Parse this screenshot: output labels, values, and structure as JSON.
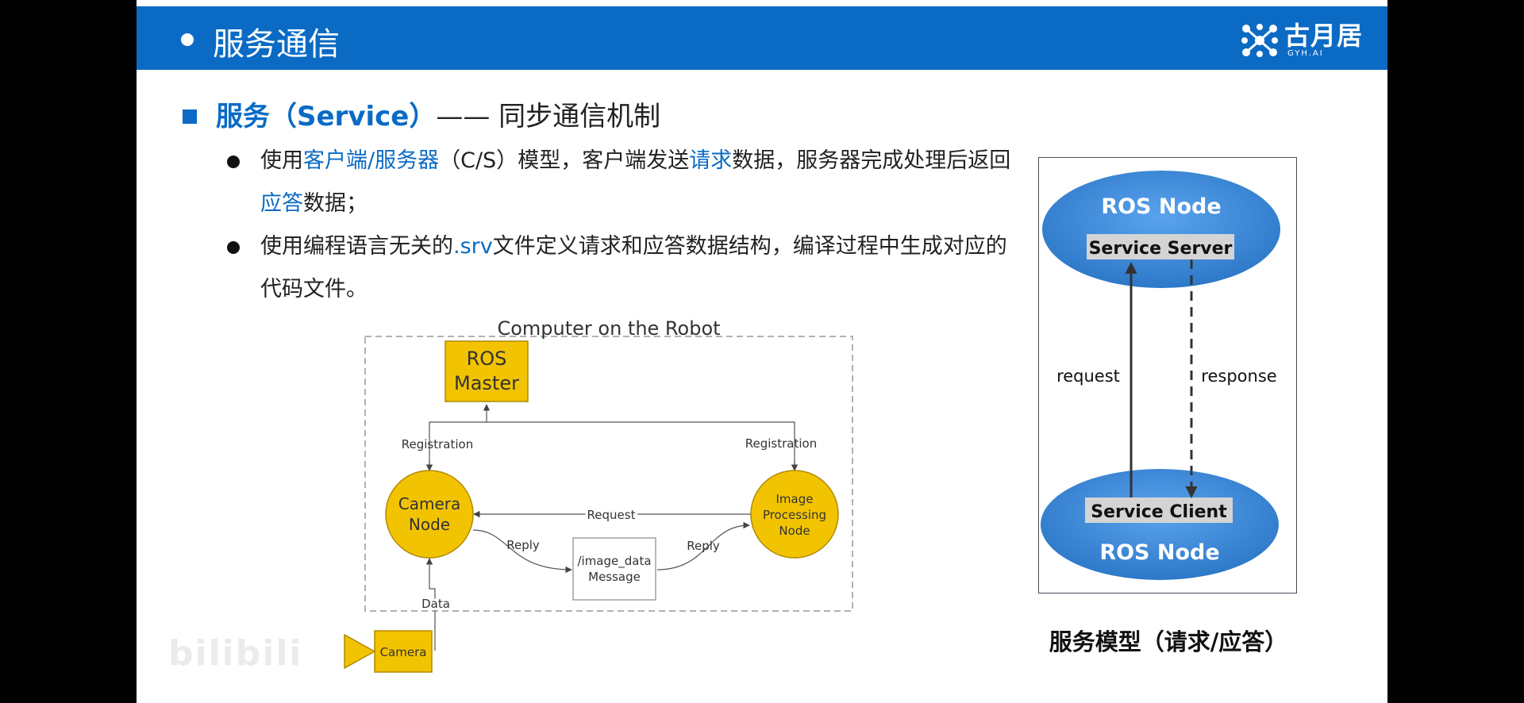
{
  "header": {
    "title": "服务通信",
    "logo_text": "古月居",
    "logo_sub": "GYH.AI"
  },
  "heading": {
    "term": "服务（Service）",
    "dash": "——",
    "rest": " 同步通信机制"
  },
  "bullets": [
    {
      "parts": [
        "使用",
        "客户端/服务器",
        "（C/S）模型，客户端发送",
        "请求",
        "数据，服务器完成处理后返回",
        "应答",
        "数据；"
      ]
    },
    {
      "parts": [
        "使用编程语言无关的",
        ".srv",
        "文件定义请求和应答数据结构，编译过程中生成对应的代码文件。"
      ]
    }
  ],
  "left_diagram": {
    "frame_title": "Computer on the Robot",
    "master_line1": "ROS",
    "master_line2": "Master",
    "registration_left": "Registration",
    "registration_right": "Registration",
    "camera_node_line1": "Camera",
    "camera_node_line2": "Node",
    "image_node_line1": "Image",
    "image_node_line2": "Processing",
    "image_node_line3": "Node",
    "request_label": "Request",
    "reply_left": "Reply",
    "reply_right": "Reply",
    "message_line1": "/image_data",
    "message_line2": "Message",
    "data_label": "Data",
    "camera_label": "Camera"
  },
  "right_diagram": {
    "top_node": "ROS Node",
    "server_label": "Service Server",
    "request_label": "request",
    "response_label": "response",
    "client_label": "Service Client",
    "bottom_node": "ROS Node"
  },
  "caption": "服务模型（请求/应答）",
  "watermark": "bilibili",
  "colors": {
    "brand_blue": "#0b6bc4",
    "node_yellow": "#f2c300",
    "ellipse_blue": "#3b86d6"
  }
}
